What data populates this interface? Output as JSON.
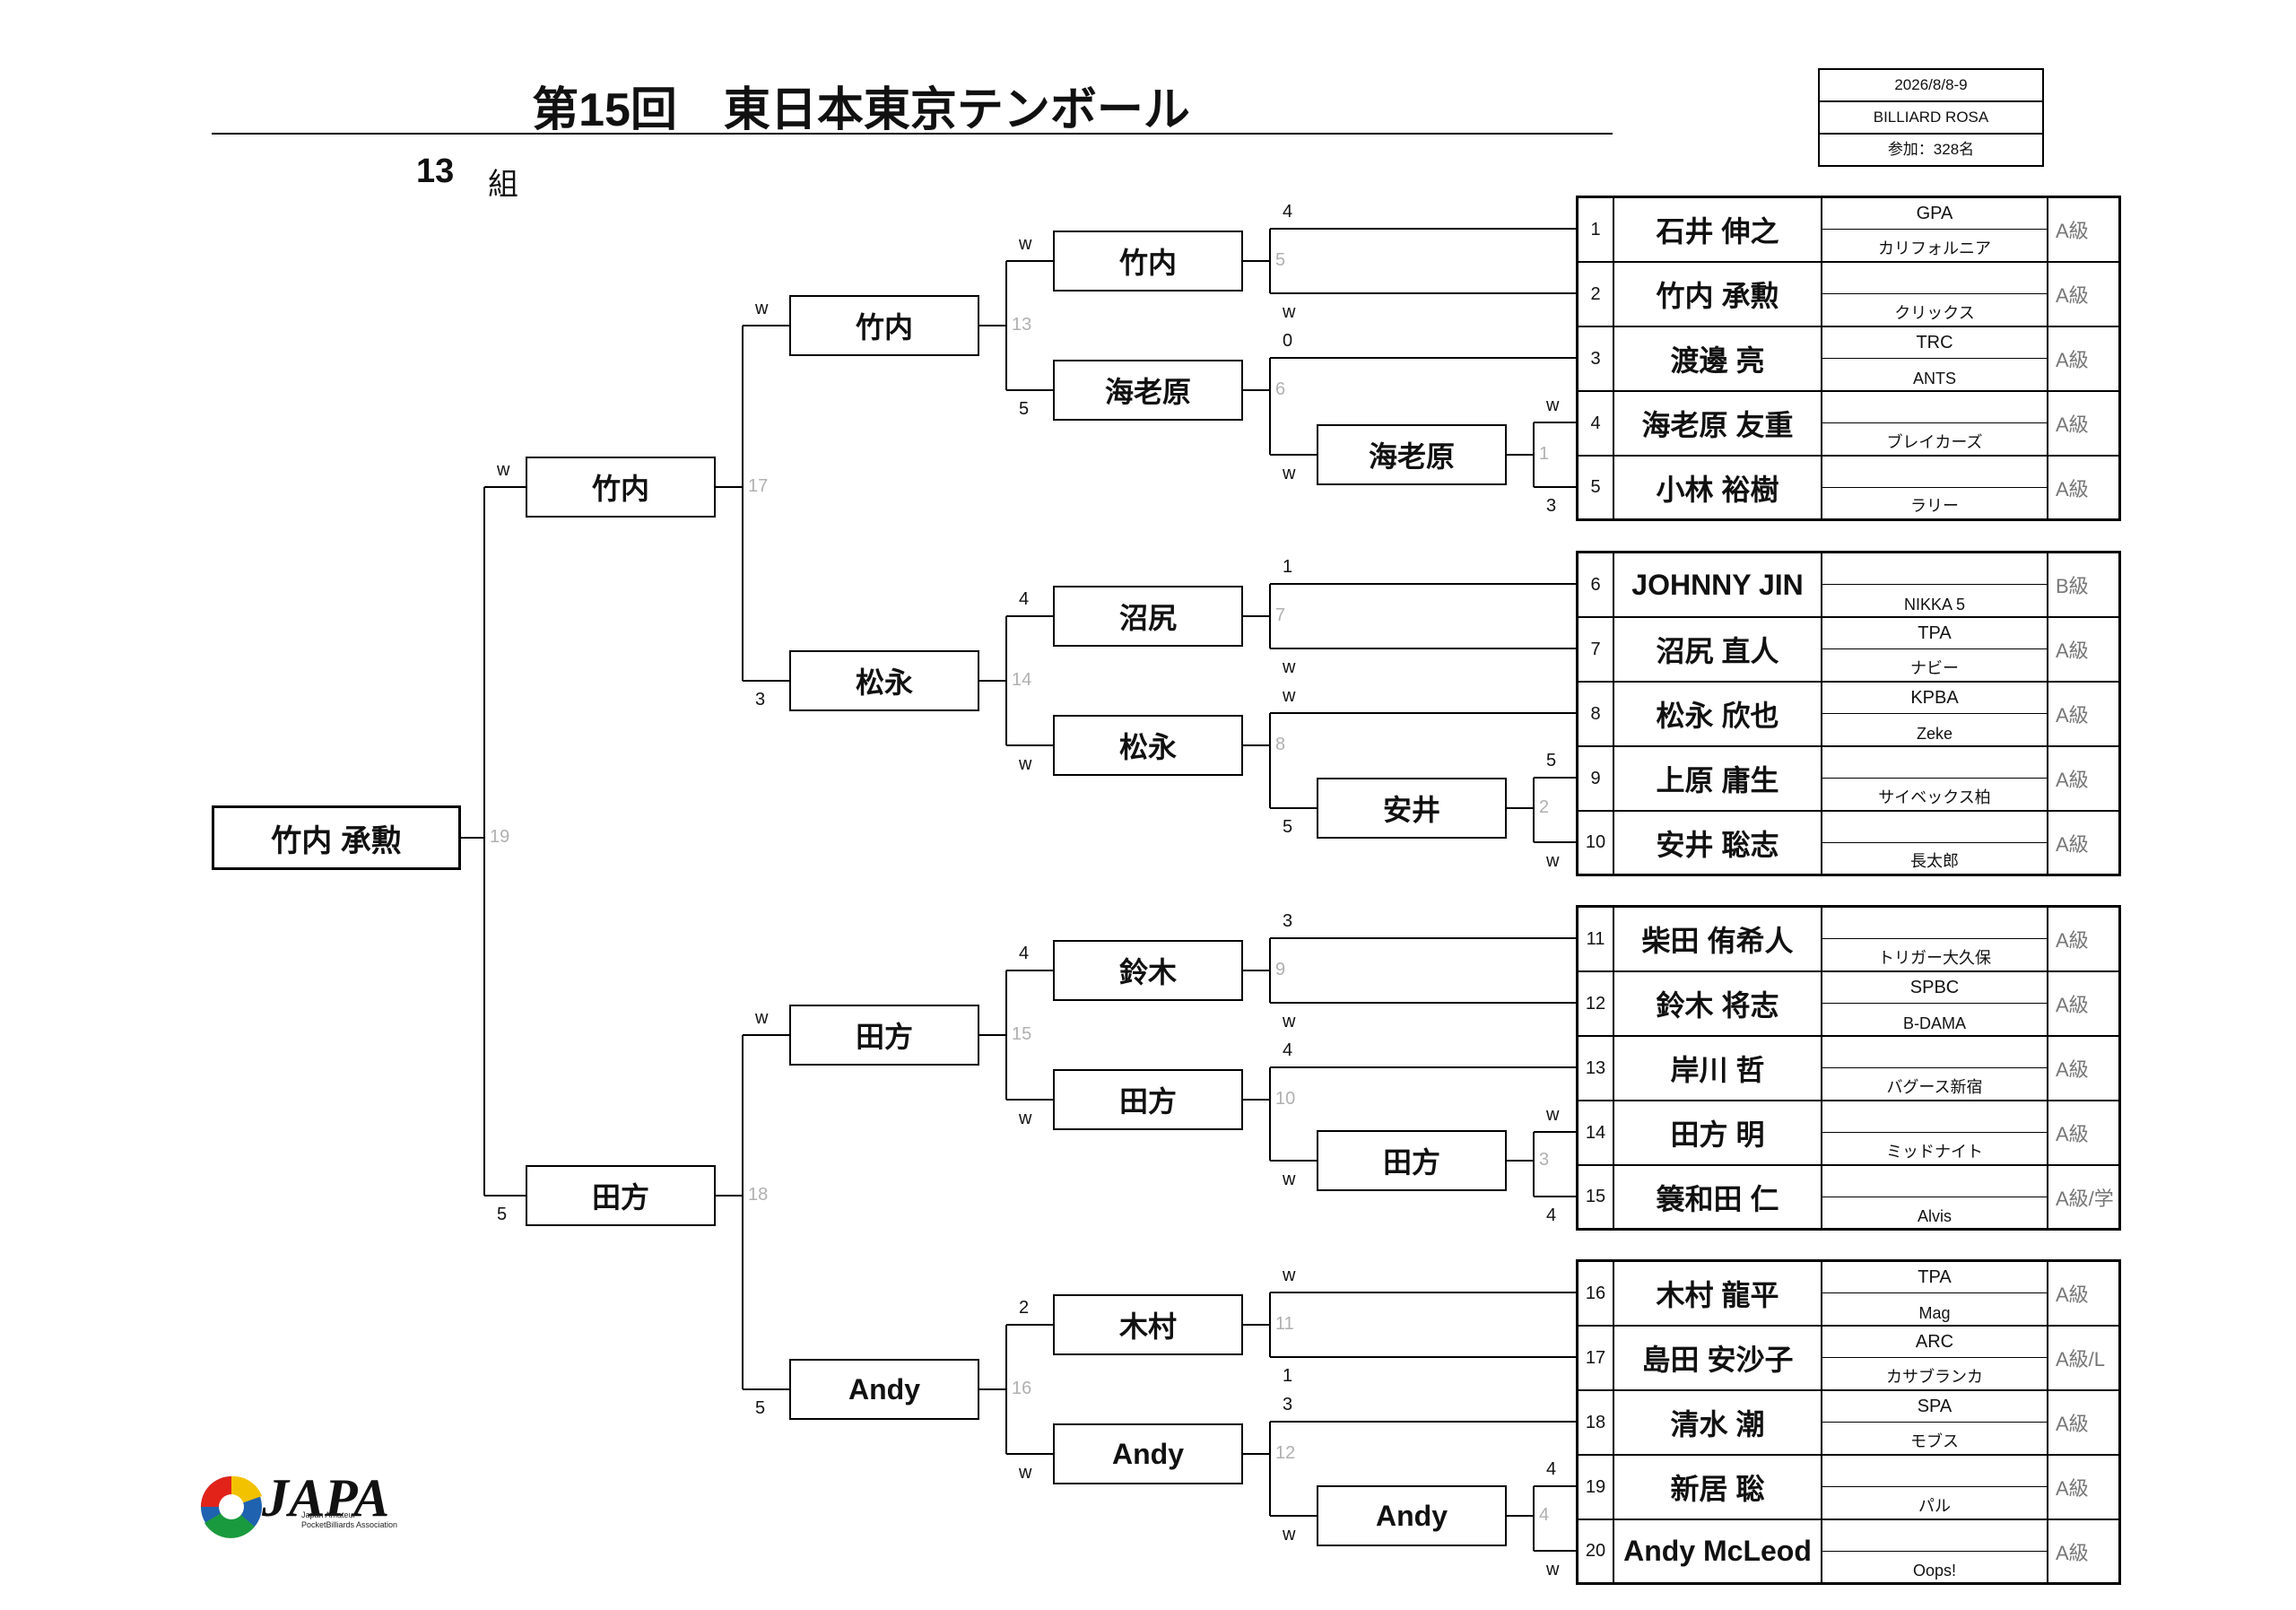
{
  "header": {
    "title": "第15回　東日本東京テンボール",
    "group_number": "13",
    "group_label": "組",
    "info": [
      "2026/8/8-9",
      "BILLIARD ROSA",
      "参加：328名"
    ]
  },
  "champion": {
    "name": "竹内 承勲",
    "match_no": "19"
  },
  "matches": [
    {
      "no": "1",
      "winner": "海老原",
      "s_top": "w",
      "s_bot": "3"
    },
    {
      "no": "2",
      "winner": "安井",
      "s_top": "5",
      "s_bot": "w"
    },
    {
      "no": "3",
      "winner": "田方",
      "s_top": "w",
      "s_bot": "4"
    },
    {
      "no": "4",
      "winner": "Andy",
      "s_top": "4",
      "s_bot": "w"
    },
    {
      "no": "5",
      "winner": "竹内",
      "s_top": "4",
      "s_bot": "w"
    },
    {
      "no": "6",
      "winner": "海老原",
      "s_top": "0",
      "s_bot": "w"
    },
    {
      "no": "7",
      "winner": "沼尻",
      "s_top": "1",
      "s_bot": "w"
    },
    {
      "no": "8",
      "winner": "松永",
      "s_top": "w",
      "s_bot": "5"
    },
    {
      "no": "9",
      "winner": "鈴木",
      "s_top": "3",
      "s_bot": "w"
    },
    {
      "no": "10",
      "winner": "田方",
      "s_top": "4",
      "s_bot": "w"
    },
    {
      "no": "11",
      "winner": "木村",
      "s_top": "w",
      "s_bot": "1"
    },
    {
      "no": "12",
      "winner": "Andy",
      "s_top": "3",
      "s_bot": "w"
    },
    {
      "no": "13",
      "winner": "竹内",
      "s_top": "w",
      "s_bot": "5"
    },
    {
      "no": "14",
      "winner": "松永",
      "s_top": "4",
      "s_bot": "w"
    },
    {
      "no": "15",
      "winner": "田方",
      "s_top": "4",
      "s_bot": "w"
    },
    {
      "no": "16",
      "winner": "Andy",
      "s_top": "2",
      "s_bot": "w"
    },
    {
      "no": "17",
      "winner": "竹内",
      "s_top": "w",
      "s_bot": "3"
    },
    {
      "no": "18",
      "winner": "田方",
      "s_top": "w",
      "s_bot": "5"
    },
    {
      "no": "19",
      "winner": "竹内",
      "s_top": "w",
      "s_bot": "5"
    }
  ],
  "players": [
    {
      "no": "1",
      "name": "石井 伸之",
      "aff1": "GPA",
      "aff2": "カリフォルニア",
      "cls": "A級"
    },
    {
      "no": "2",
      "name": "竹内 承勲",
      "aff1": "",
      "aff2": "クリックス",
      "cls": "A級"
    },
    {
      "no": "3",
      "name": "渡邊 亮",
      "aff1": "TRC",
      "aff2": "ANTS",
      "cls": "A級"
    },
    {
      "no": "4",
      "name": "海老原 友重",
      "aff1": "",
      "aff2": "ブレイカーズ",
      "cls": "A級"
    },
    {
      "no": "5",
      "name": "小林 裕樹",
      "aff1": "",
      "aff2": "ラリー",
      "cls": "A級"
    },
    {
      "no": "6",
      "name": "JOHNNY JIN",
      "aff1": "",
      "aff2": "NIKKA 5",
      "cls": "B級"
    },
    {
      "no": "7",
      "name": "沼尻 直人",
      "aff1": "TPA",
      "aff2": "ナビー",
      "cls": "A級"
    },
    {
      "no": "8",
      "name": "松永 欣也",
      "aff1": "KPBA",
      "aff2": "Zeke",
      "cls": "A級"
    },
    {
      "no": "9",
      "name": "上原 庸生",
      "aff1": "",
      "aff2": "サイベックス柏",
      "cls": "A級"
    },
    {
      "no": "10",
      "name": "安井 聡志",
      "aff1": "",
      "aff2": "長太郎",
      "cls": "A級"
    },
    {
      "no": "11",
      "name": "柴田 侑希人",
      "aff1": "",
      "aff2": "トリガー大久保",
      "cls": "A級"
    },
    {
      "no": "12",
      "name": "鈴木 将志",
      "aff1": "SPBC",
      "aff2": "B-DAMA",
      "cls": "A級"
    },
    {
      "no": "13",
      "name": "岸川 哲",
      "aff1": "",
      "aff2": "バグース新宿",
      "cls": "A級"
    },
    {
      "no": "14",
      "name": "田方 明",
      "aff1": "",
      "aff2": "ミッドナイト",
      "cls": "A級"
    },
    {
      "no": "15",
      "name": "簔和田 仁",
      "aff1": "",
      "aff2": "Alvis",
      "cls": "A級/学"
    },
    {
      "no": "16",
      "name": "木村 龍平",
      "aff1": "TPA",
      "aff2": "Mag",
      "cls": "A級"
    },
    {
      "no": "17",
      "name": "島田 安沙子",
      "aff1": "ARC",
      "aff2": "カサブランカ",
      "cls": "A級/L"
    },
    {
      "no": "18",
      "name": "清水 潮",
      "aff1": "SPA",
      "aff2": "モブス",
      "cls": "A級"
    },
    {
      "no": "19",
      "name": "新居 聡",
      "aff1": "",
      "aff2": "パル",
      "cls": "A級"
    },
    {
      "no": "20",
      "name": "Andy McLeod",
      "aff1": "",
      "aff2": "Oops!",
      "cls": "A級"
    }
  ],
  "logo": {
    "text": "JAPA",
    "caption_line1": "Japan Amateur",
    "caption_line2": "PocketBilliards Association",
    "colors": [
      "#e2231a",
      "#1e62b0",
      "#1a9a3e",
      "#f2c200"
    ]
  }
}
